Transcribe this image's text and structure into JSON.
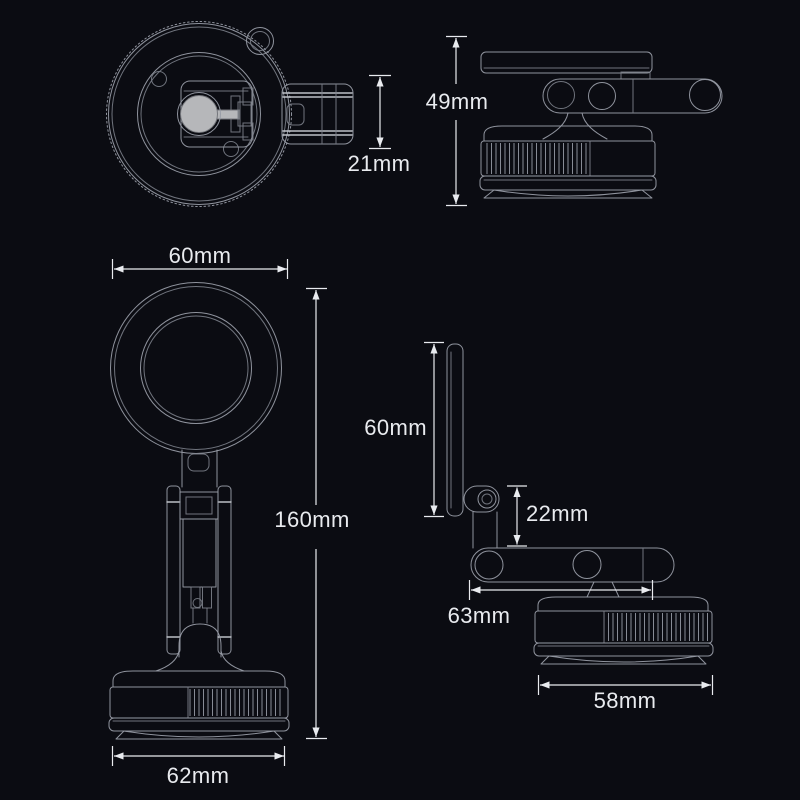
{
  "dimensions": {
    "top_arm_width": "21mm",
    "folded_height": "49mm",
    "head_diameter": "60mm",
    "total_height": "160mm",
    "front_base_width": "62mm",
    "plate_height": "60mm",
    "hinge_link_length": "22mm",
    "arm_reach": "63mm",
    "side_base_width": "58mm"
  },
  "colors": {
    "background": "#0b0c12",
    "drawing_line": "#979ba5",
    "highlight_line": "#c7cad1",
    "dimension_line": "#e9ebef",
    "knob_fill": "#b6b7ba"
  }
}
